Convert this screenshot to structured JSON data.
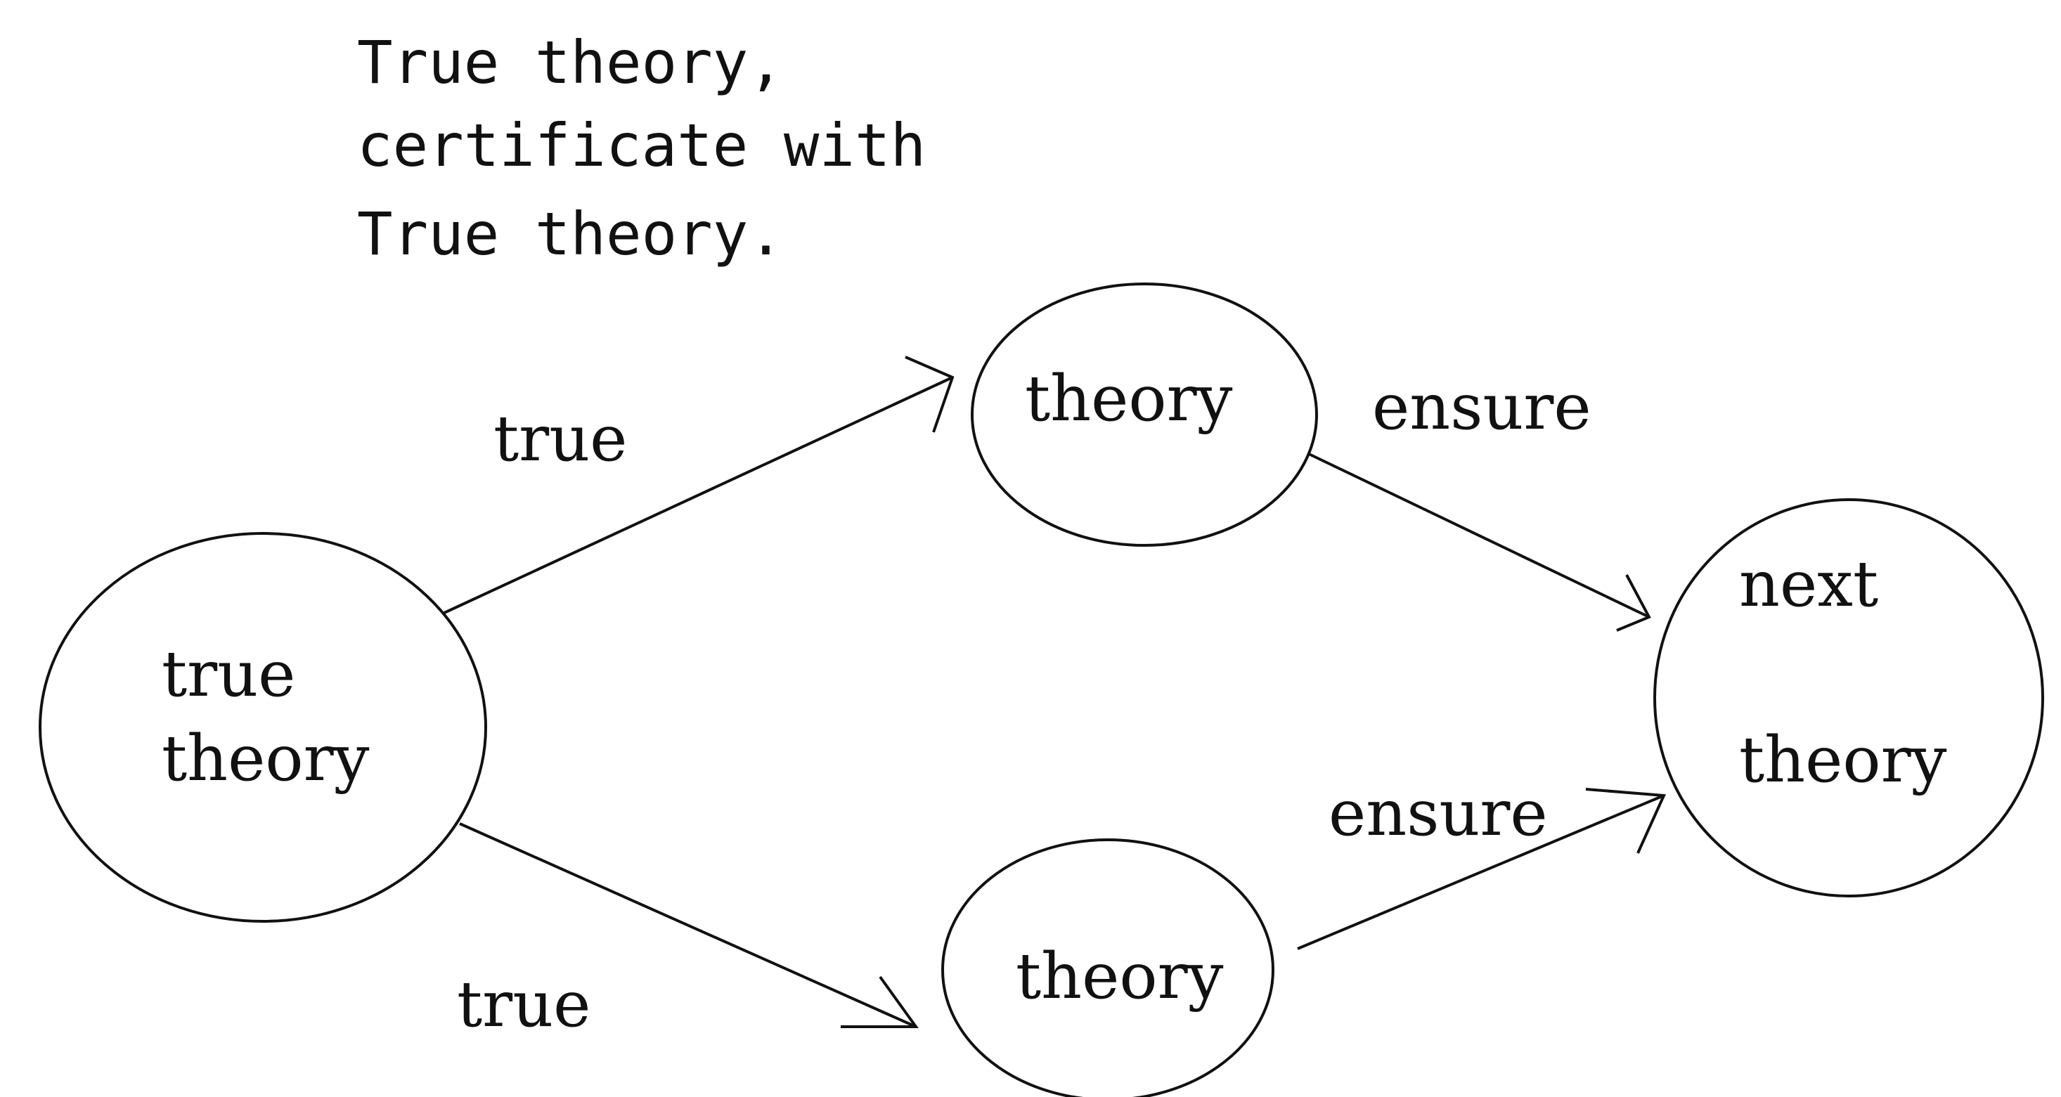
{
  "caption": {
    "lines": [
      "True theory,",
      "certificate with",
      "True theory."
    ]
  },
  "nodes": {
    "true_theory": {
      "line1": "true",
      "line2": "theory"
    },
    "theory_top": {
      "label": "theory"
    },
    "theory_bottom": {
      "label": "theory"
    },
    "next_theory": {
      "line1": "next",
      "line2": "theory"
    }
  },
  "edges": {
    "to_theory_top": {
      "label": "true"
    },
    "to_theory_bottom": {
      "label": "true"
    },
    "top_to_next": {
      "label": "ensure"
    },
    "bottom_to_next": {
      "label": "ensure"
    }
  },
  "colors": {
    "ink": "#111111",
    "background": "#ffffff"
  }
}
